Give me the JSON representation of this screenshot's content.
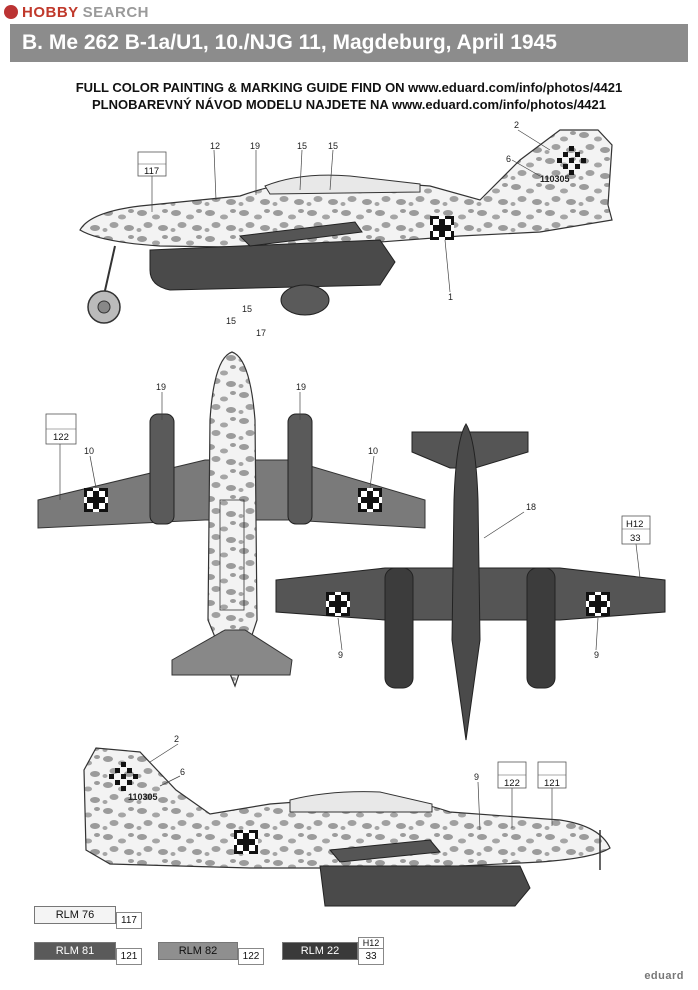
{
  "watermark": {
    "part1": "HOBBY",
    "part2": "SEARCH"
  },
  "title": "B.  Me 262 B-1a/U1, 10./NJG 11, Magdeburg, April 1945",
  "guide": {
    "en": "FULL COLOR PAINTING & MARKING GUIDE FIND ON www.eduard.com/info/photos/4421",
    "cz": "PLNOBAREVNÝ NÁVOD MODELU NAJDETE NA www.eduard.com/info/photos/4421"
  },
  "side_top": {
    "serial": "110305",
    "box_117": "117",
    "callouts": [
      "2",
      "6",
      "12",
      "19",
      "15",
      "15",
      "1",
      "15",
      "15",
      "17"
    ]
  },
  "plan_top": {
    "box_122": "122",
    "callouts": [
      "19",
      "19",
      "10",
      "10"
    ]
  },
  "plan_bottom": {
    "box_h12": "H12",
    "box_33": "33",
    "callouts": [
      "18",
      "9",
      "9"
    ]
  },
  "side_bottom": {
    "serial": "110305",
    "callouts": [
      "2",
      "6",
      "9"
    ],
    "box_122": "122",
    "box_121": "121"
  },
  "swatches": {
    "rlm76": {
      "name": "RLM 76",
      "code": "117",
      "color": "#f4f4f4"
    },
    "rlm81": {
      "name": "RLM 81",
      "code": "121",
      "color": "#5a5a5a"
    },
    "rlm82": {
      "name": "RLM 82",
      "code": "122",
      "color": "#8f8f8f"
    },
    "rlm22": {
      "name": "RLM 22",
      "code_top": "H12",
      "code": "33",
      "color": "#3a3a3a"
    }
  },
  "logo": "eduard",
  "colors": {
    "header": "#8c8c8c",
    "mottle": "#9b9b9b",
    "dark": "#4a4a4a",
    "mid": "#7a7a7a"
  }
}
